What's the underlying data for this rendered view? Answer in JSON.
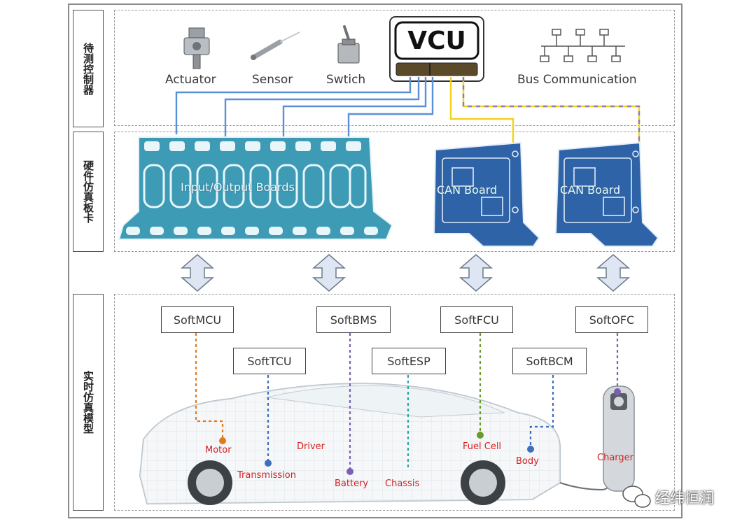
{
  "row_labels": {
    "top": "待测控制器",
    "middle": "硬件仿真板卡",
    "bottom": "实时仿真模型"
  },
  "vcu": {
    "label": "VCU"
  },
  "components": {
    "actuator": "Actuator",
    "sensor": "Sensor",
    "switch": "Swtich",
    "bus": "Bus Communication"
  },
  "boards": {
    "io": "Input/Output Boards",
    "can1": "CAN Board",
    "can2": "CAN Board"
  },
  "soft_models": {
    "mcu": "SoftMCU",
    "tcu": "SoftTCU",
    "bms": "SoftBMS",
    "esp": "SoftESP",
    "fcu": "SoftFCU",
    "bcm": "SoftBCM",
    "ofc": "SoftOFC"
  },
  "car_parts": {
    "motor": "Motor",
    "driver": "Driver",
    "transmission": "Transmission",
    "battery": "Battery",
    "chassis": "Chassis",
    "fuel_cell": "Fuel Cell",
    "body": "Body",
    "charger": "Charger"
  },
  "watermark": "经纬恒润",
  "colors": {
    "io_wire": "#5b8fd6",
    "can_wire_a": "#f2d21b",
    "can_wire_b": "#8a7fb0",
    "board_teal": "#3d9bb5",
    "board_blue": "#2e63a8",
    "mcu_line": "#e07b1f",
    "tcu_line": "#3c6fc0",
    "bms_line": "#7a5fb5",
    "esp_line": "#2aa5a0",
    "fcu_line": "#6a9a2a",
    "bcm_line": "#3c6fc0",
    "ofc_line": "#7a5fb5",
    "part_text": "#d62020"
  }
}
